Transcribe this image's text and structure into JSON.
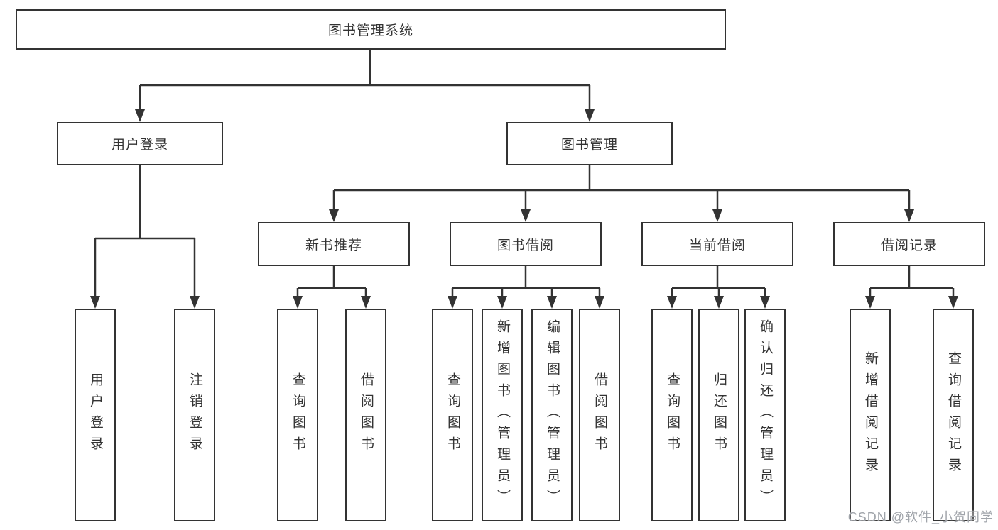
{
  "diagram_type": "functional-structure-tree",
  "tree": {
    "root": {
      "label": "图书管理系统",
      "children": [
        {
          "label": "用户登录",
          "children": [
            {
              "label": "用户登录"
            },
            {
              "label": "注销登录"
            }
          ]
        },
        {
          "label": "图书管理",
          "children": [
            {
              "label": "新书推荐",
              "children": [
                {
                  "label": "查询图书"
                },
                {
                  "label": "借阅图书"
                }
              ]
            },
            {
              "label": "图书借阅",
              "children": [
                {
                  "label": "查询图书"
                },
                {
                  "label": "新增图书（管理员）"
                },
                {
                  "label": "编辑图书（管理员）"
                },
                {
                  "label": "借阅图书"
                }
              ]
            },
            {
              "label": "当前借阅",
              "children": [
                {
                  "label": "查询图书"
                },
                {
                  "label": "归还图书"
                },
                {
                  "label": "确认归还（管理员）"
                }
              ]
            },
            {
              "label": "借阅记录",
              "children": [
                {
                  "label": "新增借阅记录"
                },
                {
                  "label": "查询借阅记录"
                }
              ]
            }
          ]
        }
      ]
    }
  },
  "watermark": {
    "text": "CSDN @软件_小贺同学"
  },
  "colors": {
    "line": "#333333",
    "box_border": "#333333",
    "text": "#333333",
    "background": "#ffffff",
    "watermark": "#a0a4aa"
  }
}
